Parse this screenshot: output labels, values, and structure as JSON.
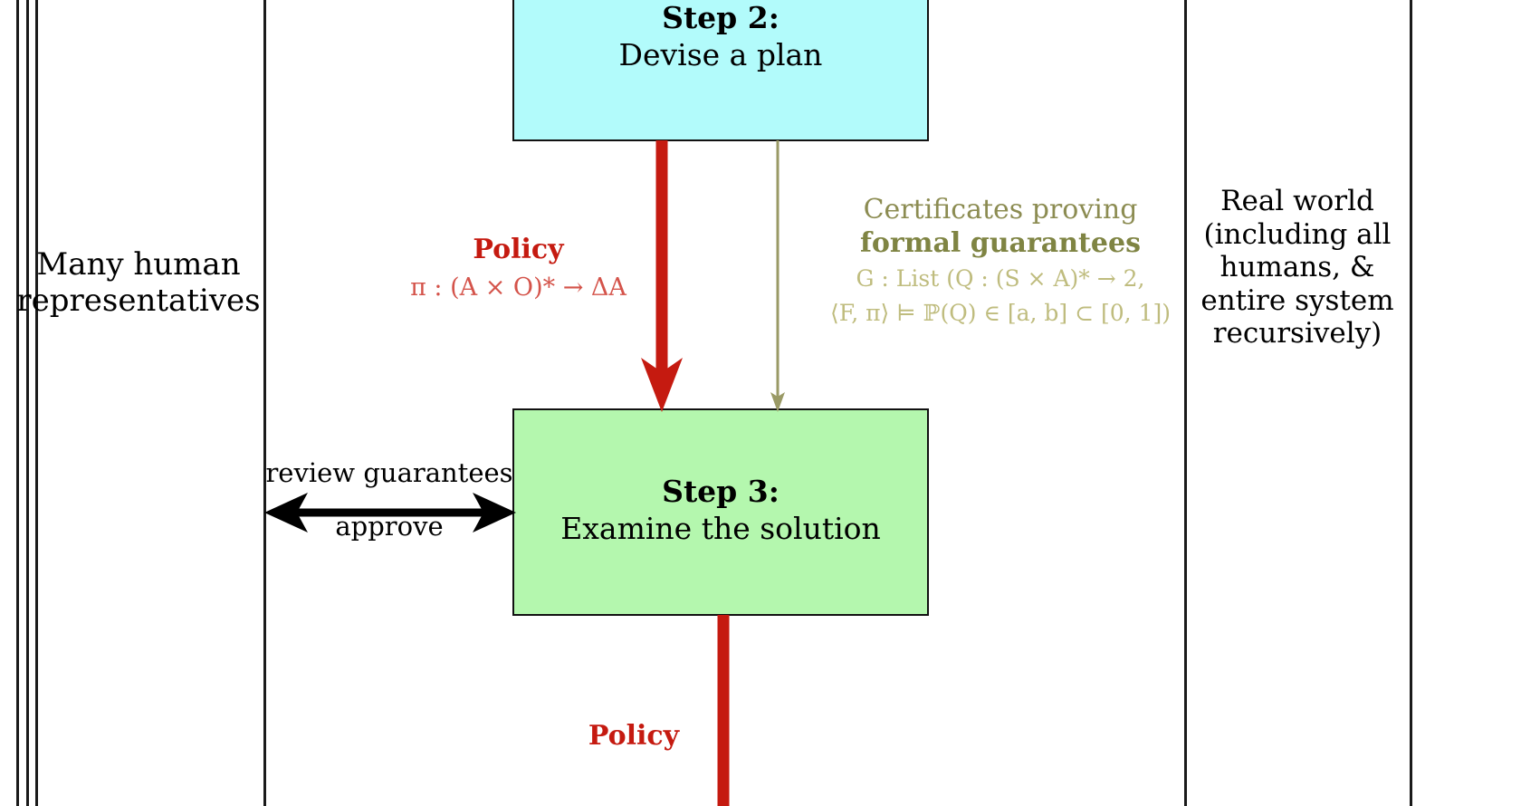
{
  "diagram": {
    "lanes": {
      "left": {
        "label_line1": "Many human",
        "label_line2": "representatives"
      },
      "right": {
        "label_line1": "Real world",
        "label_line2": "(including all",
        "label_line3": "humans, &",
        "label_line4": "entire system",
        "label_line5": "recursively)"
      }
    },
    "steps": {
      "step2": {
        "title": "Step 2:",
        "subtitle": "Devise a plan",
        "color": "#b2fbfb"
      },
      "step3": {
        "title": "Step 3:",
        "subtitle": "Examine the solution",
        "color": "#b4f7ae"
      }
    },
    "edges": {
      "policy": {
        "title": "Policy",
        "formula": "π : (A × O)* → ΔA",
        "color": "#c51a10",
        "formula_color": "#d4534a"
      },
      "certificates": {
        "title_line1": "Certificates proving",
        "title_line2": "formal guarantees",
        "formula_line1": "G : List (Q : (S × A)* → 2,",
        "formula_line2": "⟨F, π⟩ ⊨ ℙ(Q) ∈ [a, b] ⊂ [0, 1])",
        "color": "#8c8c52",
        "formula_color": "#bfbc7e"
      },
      "review": {
        "label_above": "review guarantees",
        "label_below": "approve",
        "color": "#000000"
      },
      "policy_bottom": {
        "title": "Policy",
        "color": "#c51a10"
      }
    }
  }
}
